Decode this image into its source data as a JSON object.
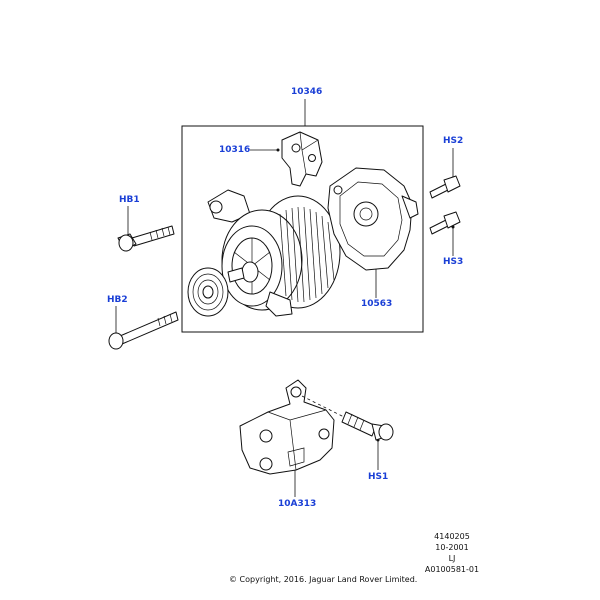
{
  "callouts": {
    "alternator_assembly": "10346",
    "alternator_bracket": "10316",
    "rear_cover": "10563",
    "screw_hs2": "HS2",
    "screw_hs3": "HS3",
    "bolt_hb1": "HB1",
    "bolt_hb2": "HB2",
    "bolt_hs1": "HS1",
    "mounting_bracket": "10A313"
  },
  "footer": {
    "code": "4140205",
    "date": "10-2001",
    "region": "LJ",
    "illustration_id": "A0100581-01",
    "copyright": "© Copyright, 2016. Jaguar Land Rover Limited."
  },
  "colors": {
    "callout": "#1a3fd6",
    "line": "#111111"
  }
}
